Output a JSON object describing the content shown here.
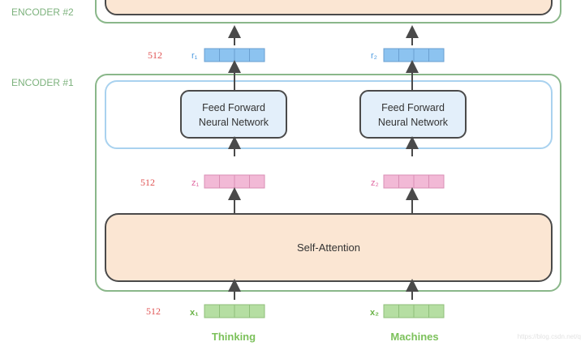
{
  "encoders": {
    "encoder2_label": "ENCODER #2",
    "encoder1_label": "ENCODER #1"
  },
  "dimensions": {
    "r_dim": "512",
    "z_dim": "512",
    "x_dim": "512"
  },
  "blocks": {
    "ffn1_line1": "Feed Forward",
    "ffn1_line2": "Neural Network",
    "ffn2_line1": "Feed Forward",
    "ffn2_line2": "Neural Network",
    "self_attention": "Self-Attention"
  },
  "vectors": {
    "r1": "r₁",
    "r2": "r₂",
    "z1": "z₁",
    "z2": "z₂",
    "x1": "x₁",
    "x2": "x₂"
  },
  "words": {
    "word1": "Thinking",
    "word2": "Machines"
  },
  "watermark": "https://blog.csdn.net/q",
  "colors": {
    "encoder_border": "#8ab78a",
    "encoder_label": "#7db27d",
    "ffn_group_border": "#a9d2ef",
    "ffn_fill": "#e3effa",
    "block_border": "#4a4a4a",
    "attention_fill": "#fbe6d3",
    "r_vector": "#8cc3f0",
    "z_vector": "#f2b9d6",
    "x_vector": "#b5dea2",
    "dim_text": "#e05555",
    "word_text": "#7cc15b"
  }
}
